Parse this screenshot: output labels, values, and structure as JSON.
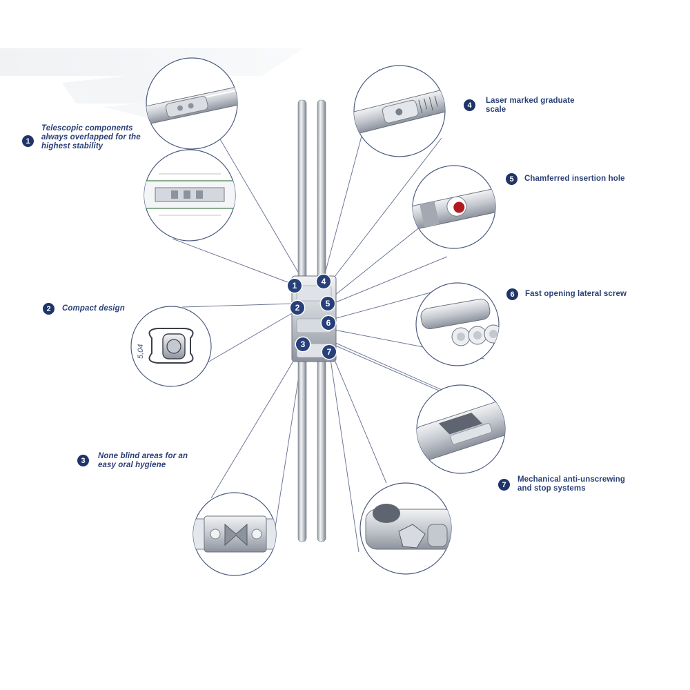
{
  "colors": {
    "badge": "#1f3468",
    "label_text": "#2a3f76",
    "leader_lines": "#6d7896",
    "circle_outline": "#4b5a7e",
    "metal": "#c8ccd3"
  },
  "features": [
    {
      "number": "1",
      "text_lines": [
        "Telescopic components",
        "always overlapped for the",
        "highest stability"
      ],
      "italic": true
    },
    {
      "number": "2",
      "text_lines": [
        "Compact design"
      ],
      "italic": true
    },
    {
      "number": "3",
      "text_lines": [
        "None blind areas for an",
        "easy oral hygiene"
      ],
      "italic": true
    },
    {
      "number": "4",
      "text_lines": [
        "Laser marked graduate",
        "scale"
      ],
      "italic": false
    },
    {
      "number": "5",
      "text_lines": [
        "Chamferred insertion hole"
      ],
      "italic": false
    },
    {
      "number": "6",
      "text_lines": [
        "Fast opening lateral screw"
      ],
      "italic": false
    },
    {
      "number": "7",
      "text_lines": [
        "Mechanical anti-unscrewing",
        "and stop systems"
      ],
      "italic": false
    }
  ],
  "center_badges": [
    "1",
    "4",
    "2",
    "5",
    "6",
    "3",
    "7"
  ],
  "dimension_label": "5,04"
}
